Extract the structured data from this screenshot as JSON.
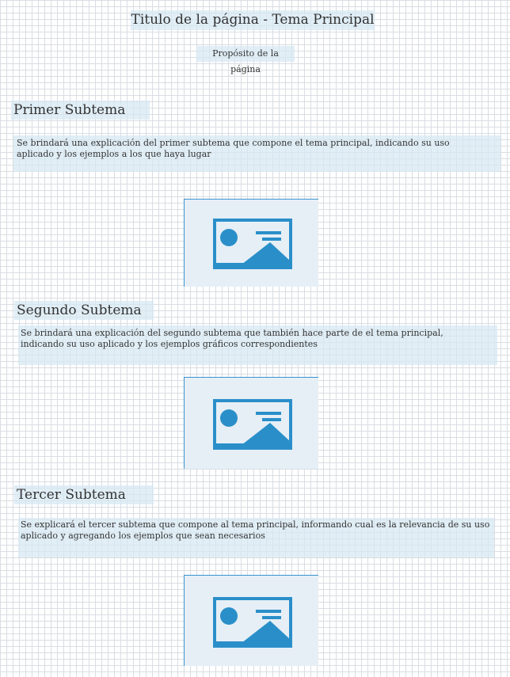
{
  "page": {
    "title": "Titulo de la página - Tema Principal",
    "purpose": "Propósito de la página"
  },
  "sections": [
    {
      "title": "Primer Subtema",
      "description": "Se brindará una explicación del primer subtema que compone el tema principal, indicando su uso aplicado y los ejemplos a los que haya lugar",
      "image_icon": "image-placeholder-icon"
    },
    {
      "title": "Segundo Subtema",
      "description": "Se brindará una explicación del segundo subtema que también hace parte de el tema principal, indicando su uso aplicado y los ejemplos gráficos correspondientes",
      "image_icon": "image-placeholder-icon"
    },
    {
      "title": "Tercer Subtema",
      "description": "Se explicará el tercer subtema que compone al tema principal, informando cual es la relevancia de su uso aplicado y agregando los ejemplos que sean necesarios",
      "image_icon": "image-placeholder-icon"
    }
  ],
  "colors": {
    "highlight": "#d6e7f3",
    "icon_blue": "#2a8fc9",
    "icon_bg": "#e6eff6",
    "grid": "#d9dde2"
  }
}
